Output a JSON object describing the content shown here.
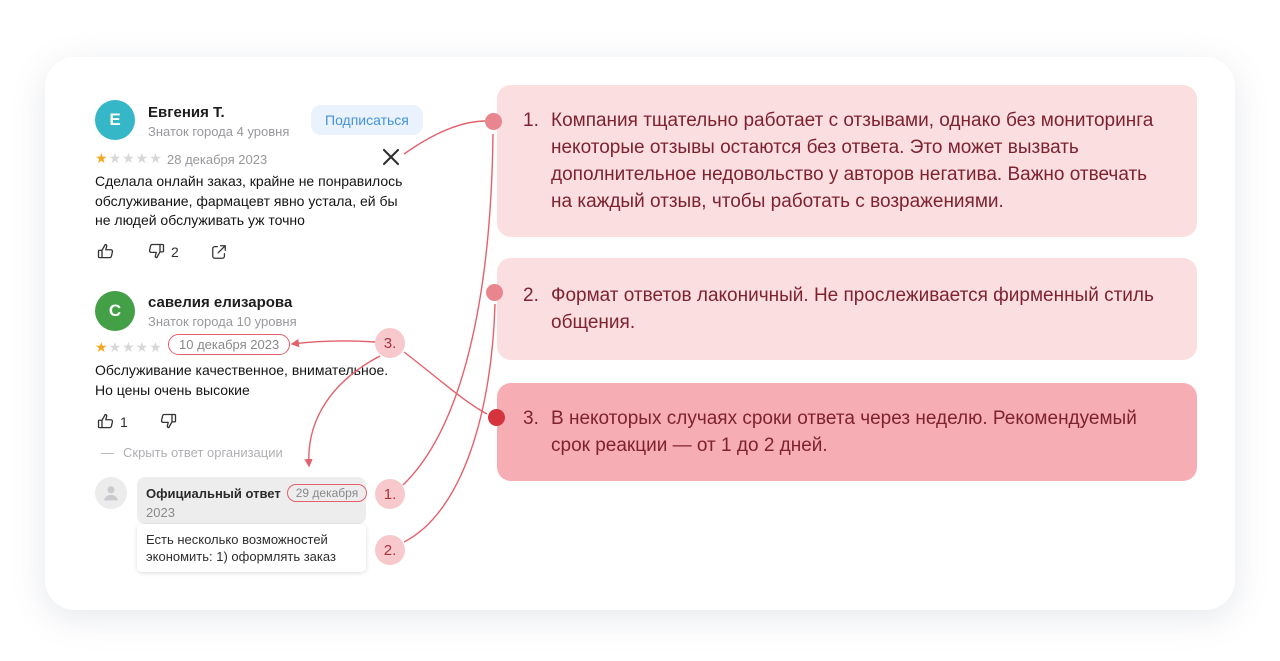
{
  "reviews": [
    {
      "avatar_letter": "Е",
      "name": "Евгения Т.",
      "level": "Знаток города 4 уровня",
      "subscribe_label": "Подписаться",
      "rating": 1,
      "date": "28 декабря 2023",
      "text_lines": [
        "Сделала онлайн заказ, крайне не понравилось",
        "обслуживание, фармацевт явно устала, ей бы",
        "не людей обслуживать уж точно"
      ],
      "dislike_count": "2"
    },
    {
      "avatar_letter": "С",
      "name": "савелия елизарова",
      "level": "Знаток города 10 уровня",
      "rating": 1,
      "date_circled": "10 декабря 2023",
      "text_lines": [
        "Обслуживание качественное, внимательное.",
        "Но цены очень высокие"
      ],
      "like_count": "1",
      "hide_reply_label": "Скрыть ответ организации"
    }
  ],
  "official_reply": {
    "title": "Официальный ответ",
    "date_circled": "29 декабря",
    "year": "2023",
    "text_lines": [
      "Есть несколько возможностей",
      "экономить: 1) оформлять заказ"
    ]
  },
  "annotations": {
    "markers": {
      "m1": "1.",
      "m2": "2.",
      "m3": "3."
    },
    "callouts": [
      {
        "number": "1.",
        "text": "Компания тщательно работает с отзывами, однако без мониторинга некоторые отзывы остаются без ответа. Это может вызвать дополнительное недовольство у авторов негатива. Важно отвечать на каждый отзыв, чтобы работать с возражениями."
      },
      {
        "number": "2.",
        "text": "Формат ответов лаконичный. Не прослеживается фирменный стиль общения."
      },
      {
        "number": "3.",
        "text": "В некоторых случаях сроки ответа через неделю. Рекомендуемый срок реакции — от 1 до 2 дней."
      }
    ]
  },
  "rating_display": {
    "filled": "★",
    "empty": "★★★★"
  },
  "icons": {
    "collapse_dash": "—",
    "close": "x-mark-icon",
    "like": "thumb-up-icon",
    "dislike": "thumb-down-icon",
    "share": "share-icon",
    "person": "person-icon",
    "star": "star-icon"
  },
  "colors": {
    "callout_bg_light": "#fbdfe0",
    "callout_bg_strong": "#f6aeb4",
    "callout_text": "#7e2230",
    "annotation_line": "#e4606b",
    "marker_bg": "#f8c9cc",
    "marker_text": "#a6323c",
    "dot_light": "#e9858e",
    "dot_strong": "#d5333e",
    "avatar_1": "#35b7c7",
    "avatar_2": "#43a047",
    "star_filled": "#f2a71f",
    "star_empty": "#d8d8da",
    "subscribe_bg": "#e9f2fd",
    "subscribe_text": "#4493da"
  }
}
